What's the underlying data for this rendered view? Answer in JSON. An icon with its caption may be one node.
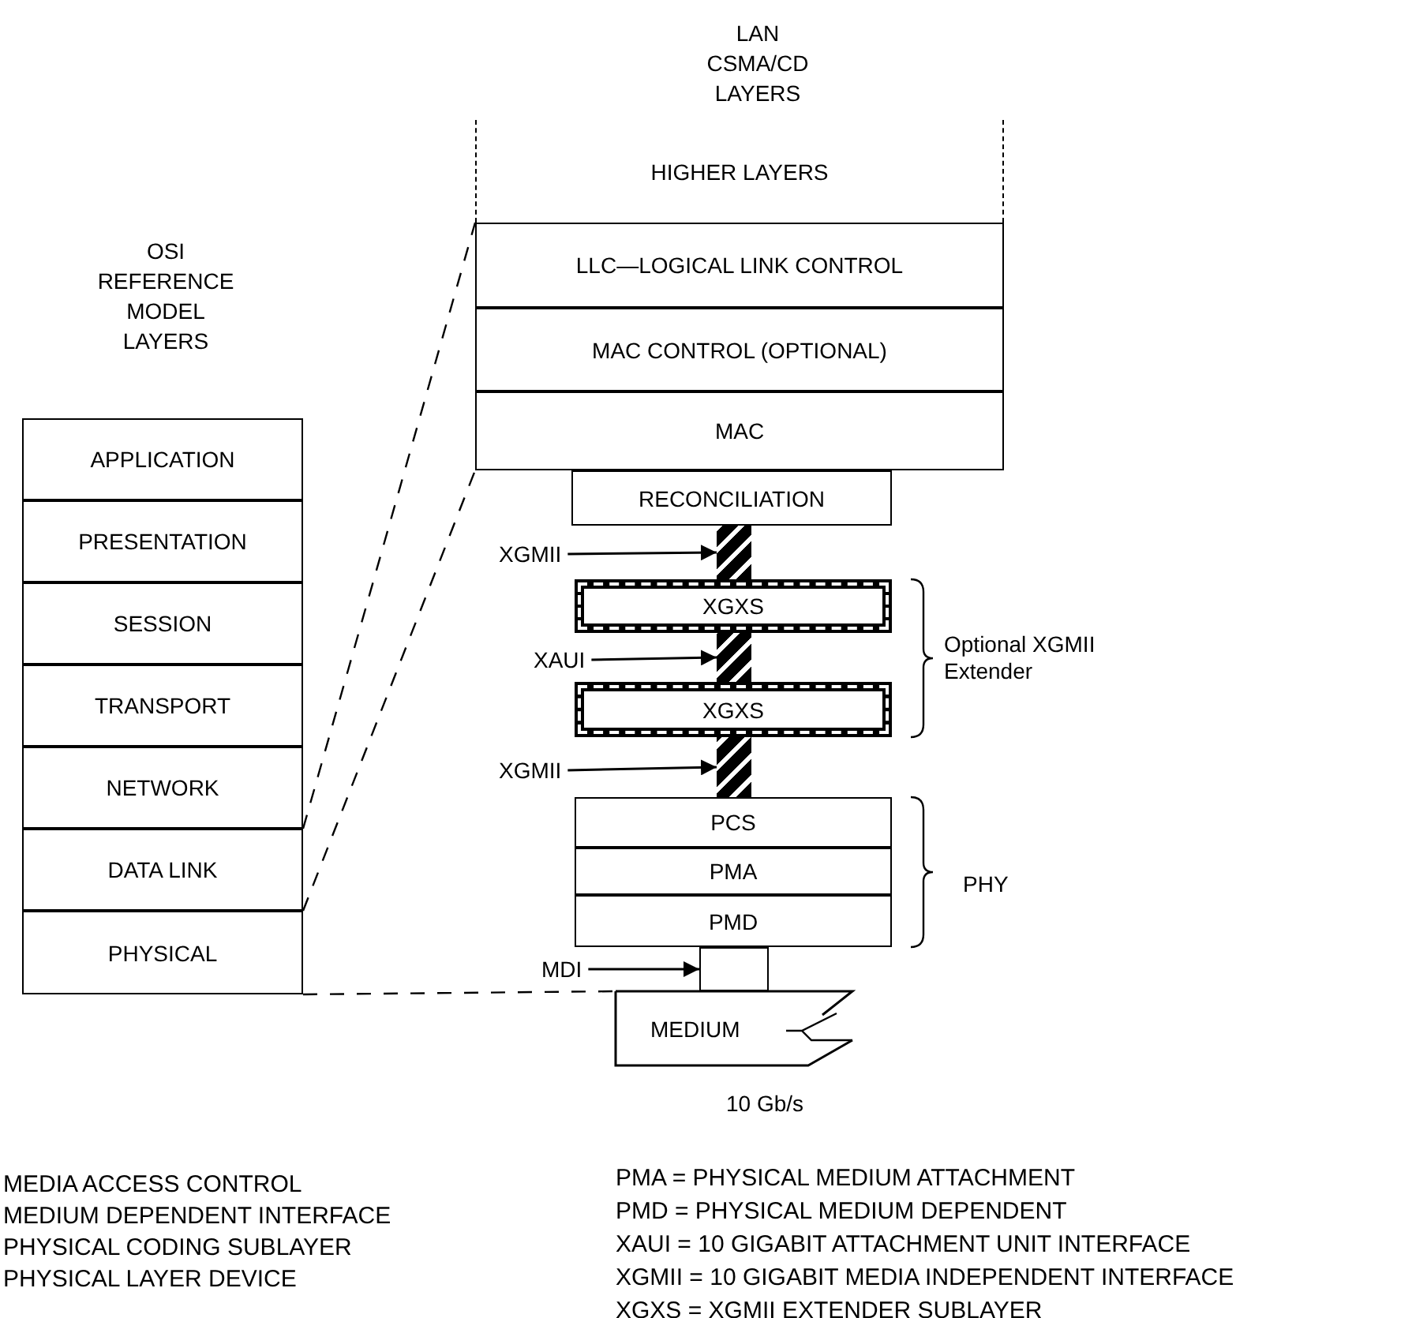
{
  "diagram": {
    "nodes": [
      {
        "text": [
          "APPLICATION"
        ]
      },
      {
        "text": [
          "PRESENTATION"
        ]
      },
      {
        "text": [
          "SESSION"
        ]
      },
      {
        "text": [
          "TRANSPORT"
        ]
      },
      {
        "text": [
          "NETWORK"
        ]
      },
      {
        "text": [
          "DATA LINK"
        ]
      },
      {
        "text": [
          "PHYSICAL"
        ]
      },
      {
        "text": [
          "HIGHER LAYERS"
        ]
      },
      {
        "text": [
          "LLC—LOGICAL LINK CONTROL"
        ]
      },
      {
        "text": [
          "MAC CONTROL (OPTIONAL)"
        ]
      },
      {
        "text": [
          "MAC"
        ]
      },
      {
        "text": [
          "RECONCILIATION"
        ]
      },
      {
        "text": [
          "XGMII"
        ]
      },
      {
        "text": [],
        "shape": "bar"
      },
      {
        "text": [
          "XGXS"
        ]
      },
      {
        "text": [
          "XAUI"
        ]
      },
      {
        "text": [],
        "shape": "bar"
      },
      {
        "text": [
          "XGXS"
        ]
      },
      {
        "text": [
          "XGMII"
        ]
      },
      {
        "text": [],
        "shape": "bar"
      },
      {
        "text": [
          "PCS"
        ]
      },
      {
        "text": [
          "PMA"
        ]
      },
      {
        "text": [
          "PMD"
        ]
      },
      {
        "text": [
          "MDI"
        ]
      },
      {
        "text": [],
        "shape": "box"
      },
      {
        "text": [
          "MEDIUM"
        ],
        "beside": [
          "10 Gb/s"
        ]
      }
    ],
    "edges": [
      {
        "from": 5,
        "to": 8,
        "arrow": "none",
        "style": "dashed"
      },
      {
        "from": 6,
        "to": 10,
        "arrow": "none",
        "style": "dashed"
      },
      {
        "from": 6,
        "to": 25,
        "arrow": "none",
        "style": "dashed"
      },
      {
        "from": 12,
        "to": 13,
        "arrow": "to"
      },
      {
        "from": 15,
        "to": 16,
        "arrow": "to"
      },
      {
        "from": 18,
        "to": 19,
        "arrow": "to"
      },
      {
        "from": 23,
        "to": 24,
        "arrow": "to"
      }
    ],
    "labels": [
      "LAN CSMA/CD LAYERS",
      "OSI REFERENCE MODEL LAYERS",
      "Optional XGMII Extender",
      "PHY",
      "MEDIA ACCESS CONTROL",
      "MEDIUM DEPENDENT INTERFACE",
      "PHYSICAL CODING SUBLAYER",
      "PHYSICAL LAYER DEVICE",
      "PMA = PHYSICAL MEDIUM ATTACHMENT",
      "PMD = PHYSICAL MEDIUM DEPENDENT",
      "XAUI = 10 GIGABIT ATTACHMENT UNIT INTERFACE",
      "XGMII = 10 GIGABIT MEDIA INDEPENDENT INTERFACE",
      "XGXS = XGMII EXTENDER SUBLAYER"
    ]
  }
}
